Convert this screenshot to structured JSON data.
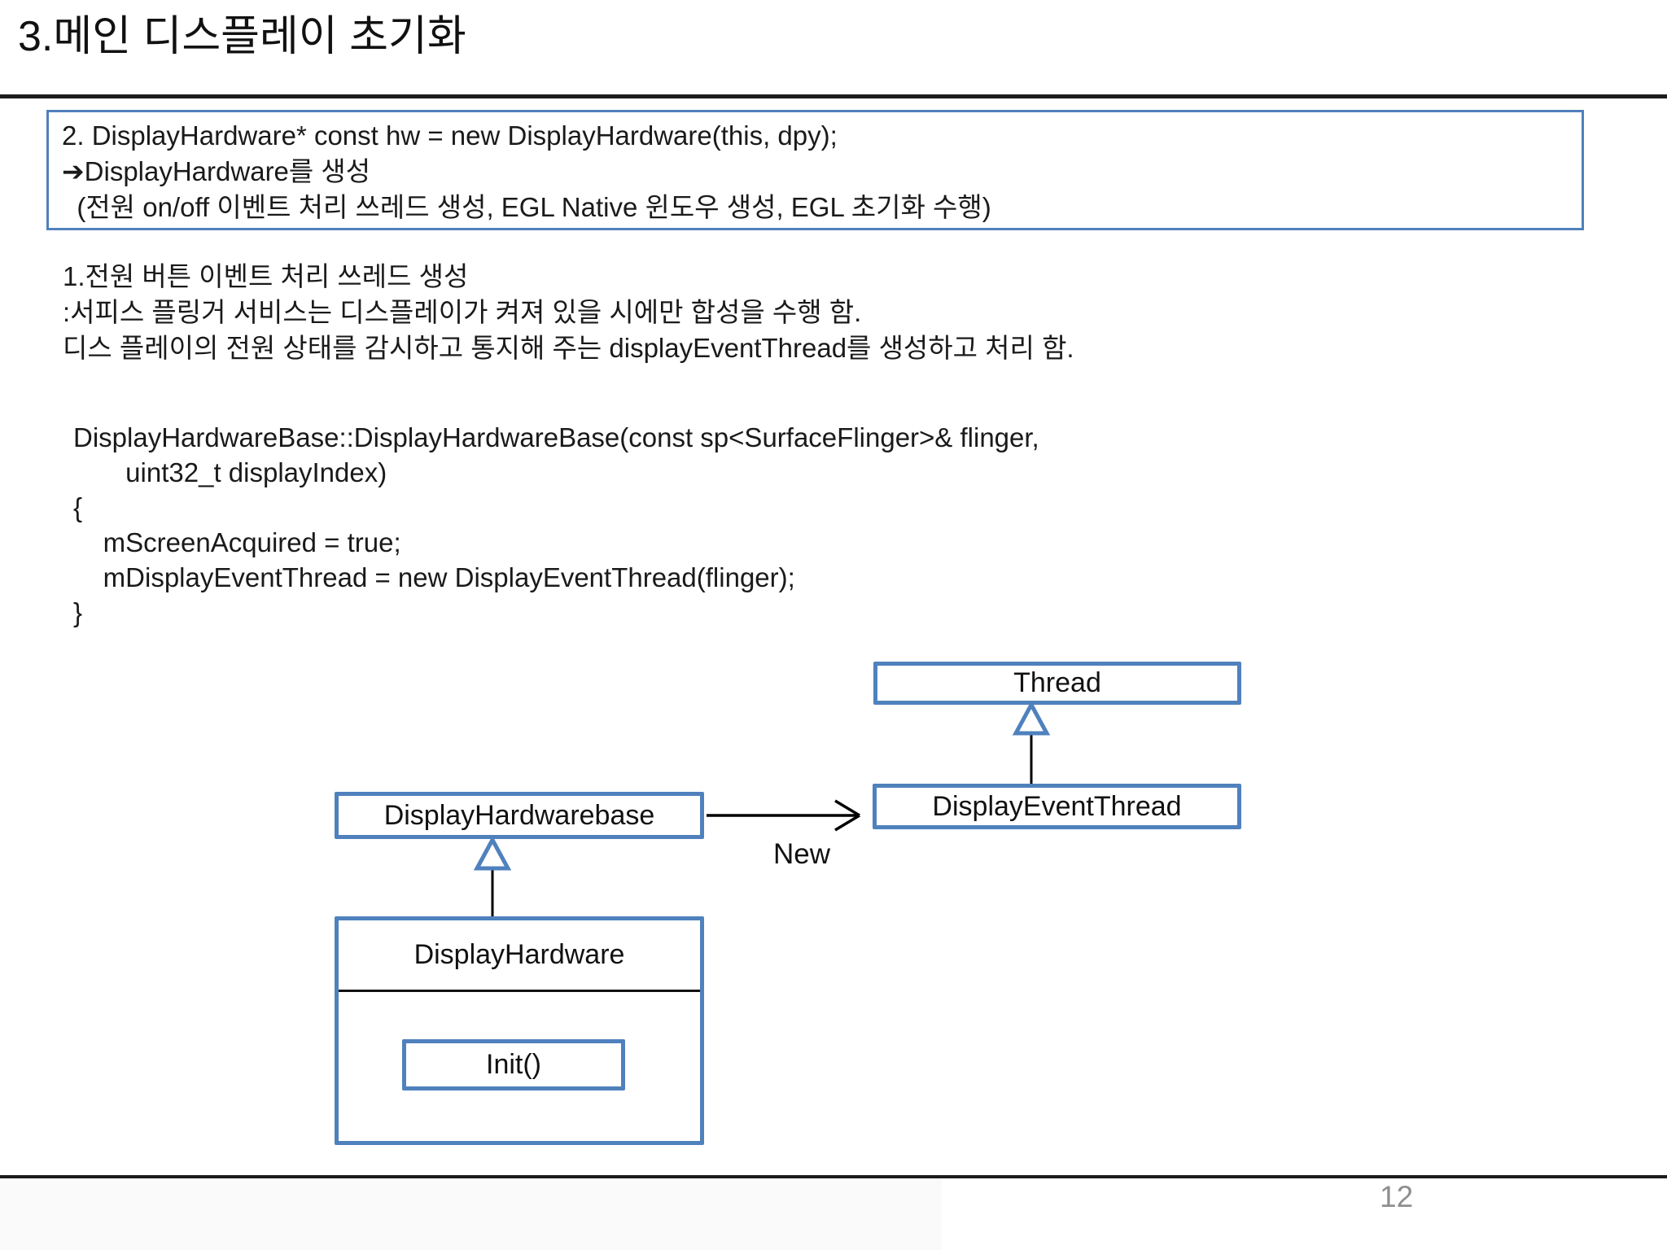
{
  "slide": {
    "title": "3.메인 디스플레이 초기화",
    "page_number": "12"
  },
  "callout": {
    "lines": [
      "2. DisplayHardware* const hw = new DisplayHardware(this, dpy);",
      "➔DisplayHardware를 생성",
      "  (전원 on/off 이벤트 처리 쓰레드 생성, EGL Native 윈도우 생성, EGL 초기화 수행)"
    ]
  },
  "notes": {
    "lines": [
      "1.전원 버튼 이벤트 처리 쓰레드 생성",
      ":서피스 플링거 서비스는 디스플레이가 켜져 있을 시에만 합성을 수행 함.",
      "디스 플레이의 전원 상태를 감시하고 통지해 주는 displayEventThread를 생성하고 처리 함."
    ]
  },
  "code": {
    "lines": [
      "DisplayHardwareBase::DisplayHardwareBase(const sp<SurfaceFlinger>& flinger,",
      "       uint32_t displayIndex)",
      "{",
      "    mScreenAcquired = true;",
      "    mDisplayEventThread = new DisplayEventThread(flinger);",
      "}"
    ]
  },
  "diagram": {
    "thread_label": "Thread",
    "display_event_thread_label": "DisplayEventThread",
    "display_hardware_base_label": "DisplayHardwarebase",
    "display_hardware_label": "DisplayHardware",
    "init_label": "Init()",
    "new_label": "New"
  },
  "colors": {
    "accent_blue": "#4f81bd",
    "divider_dark": "#1c1c1c",
    "page_number_grey": "#8f8f8f"
  }
}
